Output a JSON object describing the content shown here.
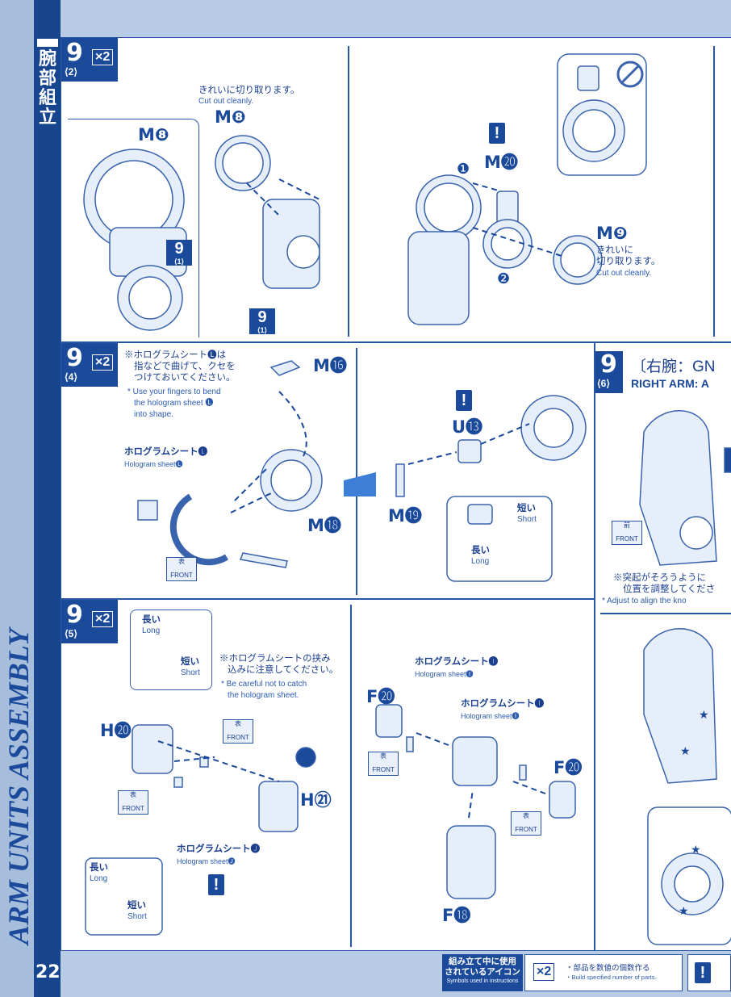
{
  "page": {
    "number": "22",
    "section_jp": "腕部組立",
    "section_en": "ARM UNITS ASSEMBLY"
  },
  "colors": {
    "primary": "#1b4a9b",
    "light": "#b8cbe4",
    "panel": "#ffffff"
  },
  "step_9_2": {
    "num": "9",
    "sub": "⟨2⟩",
    "mult": "×2",
    "cut_jp": "きれいに切り取ります。",
    "cut_en": "Cut out cleanly.",
    "m8_a": "M❽",
    "m8_b": "M❽",
    "ref_a": "9",
    "ref_a_sub": "⟨1⟩",
    "ref_b": "9",
    "ref_b_sub": "⟨1⟩",
    "m20": "M⓴",
    "m9": "M❾",
    "cut2_jp1": "きれいに",
    "cut2_jp2": "切り取ります。",
    "cut2_en": "Cut out cleanly.",
    "arrow1": "❶",
    "arrow2": "❷",
    "alert": "!"
  },
  "step_9_4": {
    "num": "9",
    "sub": "⟨4⟩",
    "mult": "×2",
    "note_jp1": "※ホログラムシート🅛は",
    "note_jp2": "指などで曲げて、クセを",
    "note_jp3": "つけておいてください。",
    "note_en1": "* Use your fingers to bend",
    "note_en2": "the hologram sheet 🅛",
    "note_en3": "into shape.",
    "holo_jp": "ホログラムシート🅛",
    "holo_en": "Hologram sheet🅛",
    "m16": "M⓰",
    "m18": "M⓲",
    "m19": "M⓳",
    "u13": "U⓭",
    "front_jp": "表",
    "front_en": "FRONT",
    "short_jp": "短い",
    "short_en": "Short",
    "long_jp": "長い",
    "long_en": "Long",
    "alert": "!"
  },
  "step_9_5": {
    "num": "9",
    "sub": "⟨5⟩",
    "mult": "×2",
    "long_jp": "長い",
    "long_en": "Long",
    "short_jp": "短い",
    "short_en": "Short",
    "note_jp1": "※ホログラムシートの挟み",
    "note_jp2": "込みに注意してください。",
    "note_en1": "* Be careful not to catch",
    "note_en2": "the hologram sheet.",
    "h20": "H⓴",
    "h21": "H㉑",
    "holoJ_jp": "ホログラムシート🅙",
    "holoJ_en": "Hologram sheet🅙",
    "holoI_jp": "ホログラムシート🅘",
    "holoI_en": "Hologram sheet🅘",
    "f20a": "F⓴",
    "f20b": "F⓴",
    "f18": "F⓲",
    "front_jp": "表",
    "front_en": "FRONT",
    "alert": "!"
  },
  "step_9_6": {
    "num": "9",
    "sub": "⟨6⟩",
    "title_jp": "〔右腕：GN",
    "title_en": "RIGHT ARM: A",
    "note_jp1": "※突起がそろうように",
    "note_jp2": "位置を調整してくださ",
    "note_en": "* Adjust to align the kno",
    "front_jp": "前",
    "front_en": "FRONT"
  },
  "footer": {
    "jp1": "組み立て中に使用",
    "jp2": "されているアイコン",
    "en": "Symbols used in instructions",
    "x2": "×2",
    "x2_jp": "・部品を数値の個数作る",
    "x2_en": "・Build specified number of parts.",
    "alert": "!"
  }
}
